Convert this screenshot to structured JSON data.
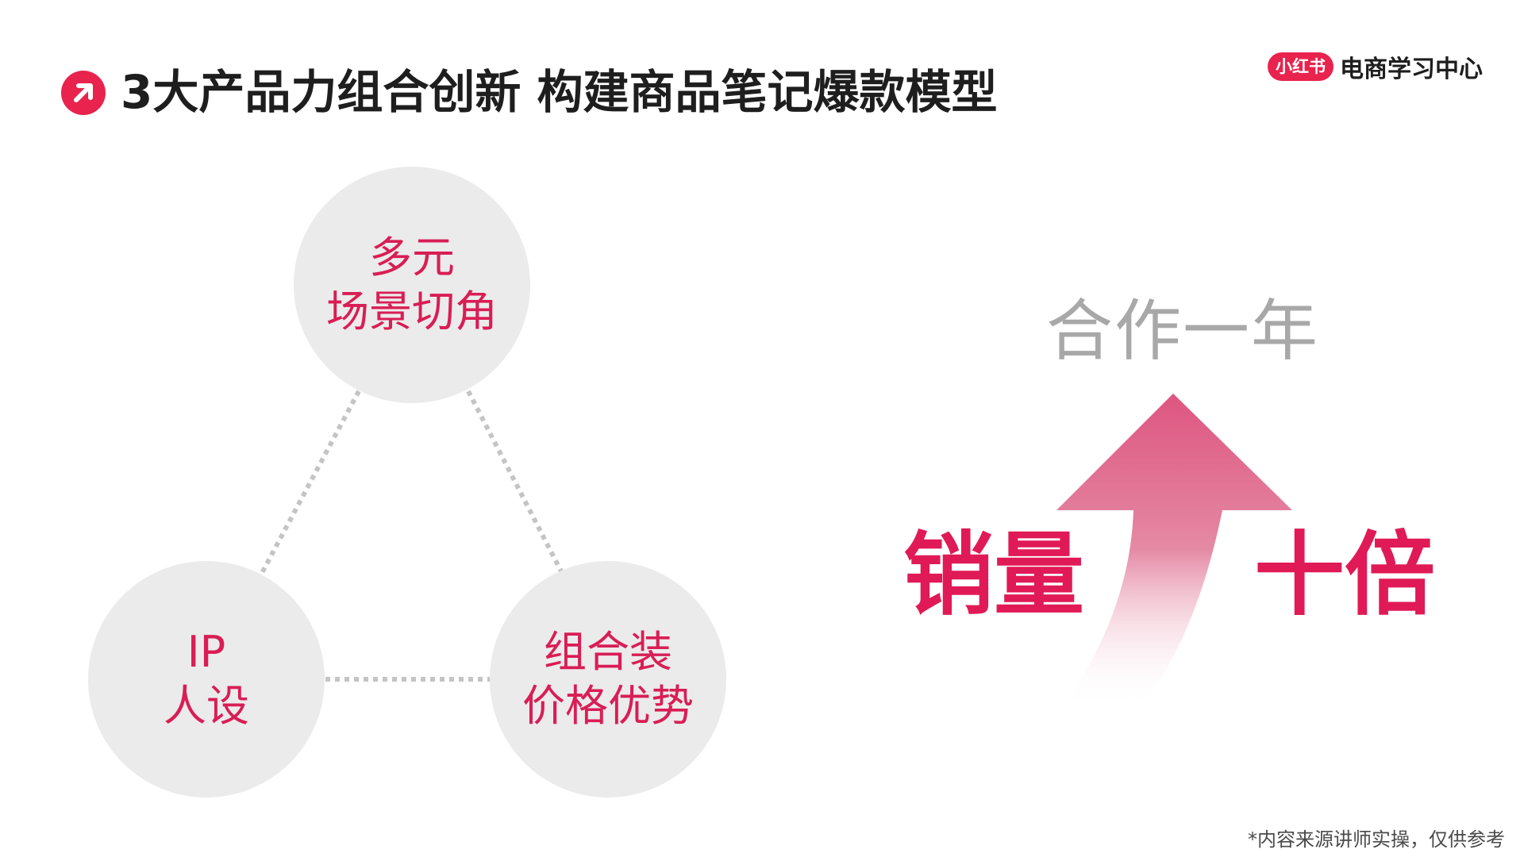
{
  "header": {
    "title": "3大产品力组合创新 构建商品笔记爆款模型",
    "brand_badge": "小红书",
    "brand_text": "电商学习中心"
  },
  "diagram": {
    "nodes": [
      {
        "id": "top",
        "line1": "多元",
        "line2": "场景切角"
      },
      {
        "id": "left",
        "line1": "IP",
        "line2": "人设"
      },
      {
        "id": "right",
        "line1": "组合装",
        "line2": "价格优势"
      }
    ]
  },
  "result": {
    "period": "合作一年",
    "left_label": "销量",
    "right_label": "十倍"
  },
  "footnote": "*内容来源讲师实操，仅供参考",
  "colors": {
    "accent": "#e8234e",
    "node_fill": "#ebebeb",
    "node_text": "#d91d55",
    "muted_text": "#a8a8a8",
    "connector": "#c4c4c4"
  },
  "icons": {
    "title": "arrow-up-right-icon"
  }
}
